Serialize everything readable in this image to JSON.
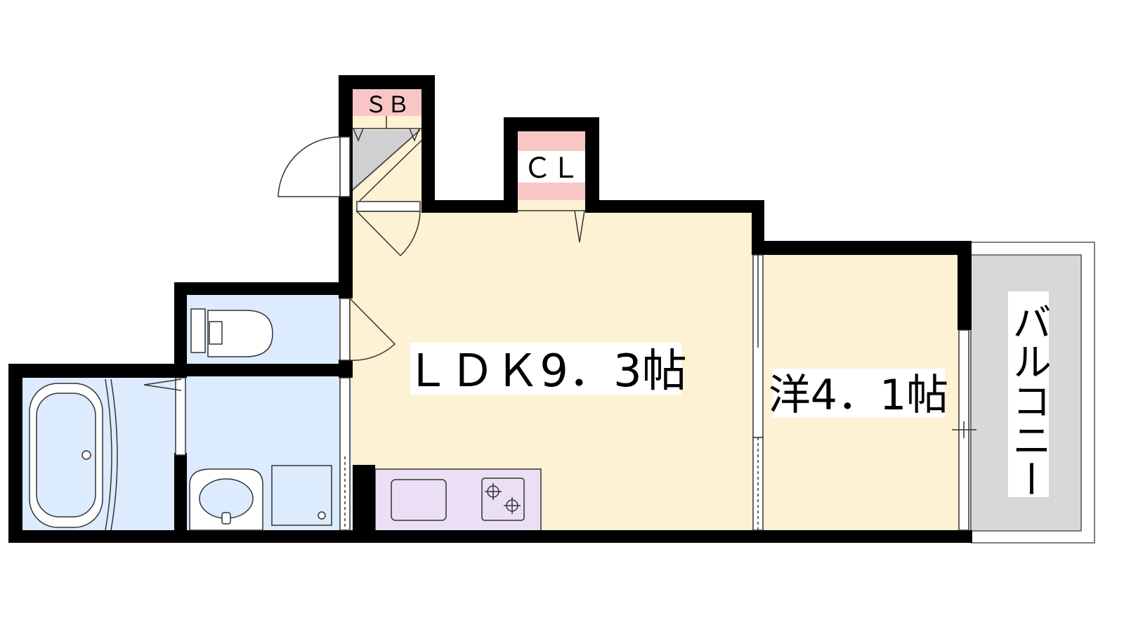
{
  "rooms": {
    "ldk": {
      "label": "ＬＤＫ9．3帖"
    },
    "western": {
      "label": "洋4．1帖"
    },
    "balcony": {
      "label": "バルコニー"
    },
    "closet": {
      "label": "ＣＬ"
    },
    "shoe_box": {
      "label": "ＳＢ"
    }
  },
  "colors": {
    "wall": "#000000",
    "living": "#fdf2d3",
    "wet_area": "#dcebfd",
    "kitchen": "#ebdff5",
    "storage_band": "#f9c6c6",
    "balcony": "#d8d8d8",
    "entrance": "#d8d8d8"
  }
}
